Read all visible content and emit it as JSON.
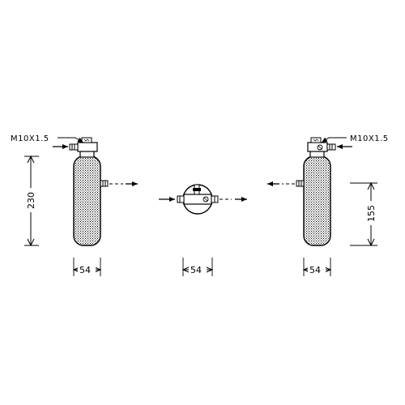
{
  "left_view": {
    "thread_label": "M10X1.5",
    "height_dim": "230",
    "diameter_dim": "54"
  },
  "top_view": {
    "diameter_dim": "54"
  },
  "right_view": {
    "thread_label": "M10X1.5",
    "height_dim": "155",
    "diameter_dim": "54"
  },
  "colors": {
    "stroke": "#000000",
    "body_fill": "#ffffff"
  }
}
